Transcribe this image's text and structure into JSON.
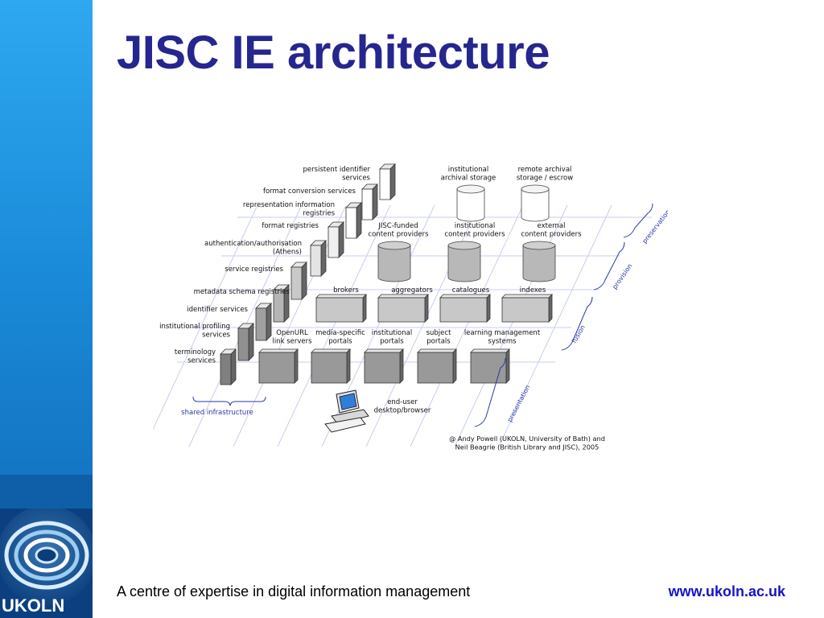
{
  "title": "JISC IE architecture",
  "diagram": {
    "infrastructure_services": [
      "persistent identifier|services",
      "format conversion services",
      "representation information|registries",
      "format registries",
      "authentication/authorisation|(Athens)",
      "service registries",
      "metadata schema registries",
      "identifier services",
      "institutional profiling|services",
      "terminology|services"
    ],
    "shared_infrastructure_label": "shared infrastructure",
    "storage": [
      "institutional|archival storage",
      "remote archival|storage / escrow"
    ],
    "content_providers": [
      "JISC-funded|content providers",
      "institutional|content providers",
      "external|content providers"
    ],
    "fusion_services": [
      "brokers",
      "aggregators",
      "catalogues",
      "indexes"
    ],
    "presentation_services": [
      "OpenURL|link servers",
      "media-specific|portals",
      "institutional|portals",
      "subject|portals",
      "learning management|systems"
    ],
    "end_user": "end-user|desktop/browser",
    "layers": [
      "preservation",
      "provision",
      "fusion",
      "presentation"
    ],
    "credit": "@ Andy Powell (UKOLN, University of Bath) and|Neil Beagrie (British Library and JISC), 2005"
  },
  "footer": {
    "tagline": "A centre of expertise in digital information management",
    "url": "www.ukoln.ac.uk"
  },
  "logo_text": "UKOLN",
  "colors": {
    "title": "#26268f",
    "sidebar": "#1a8ad8",
    "url": "#1414c8",
    "layer_labels": "#2a3aa8"
  }
}
